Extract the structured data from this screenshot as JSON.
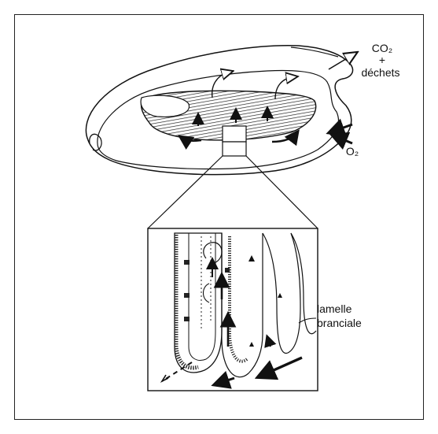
{
  "labels": {
    "co2": "CO₂",
    "plus": "+",
    "dechets": "déchets",
    "o2": "O₂",
    "lamelle": "lamelle",
    "branciale": "branciale"
  },
  "colors": {
    "ink": "#111111",
    "paper": "#ffffff"
  }
}
